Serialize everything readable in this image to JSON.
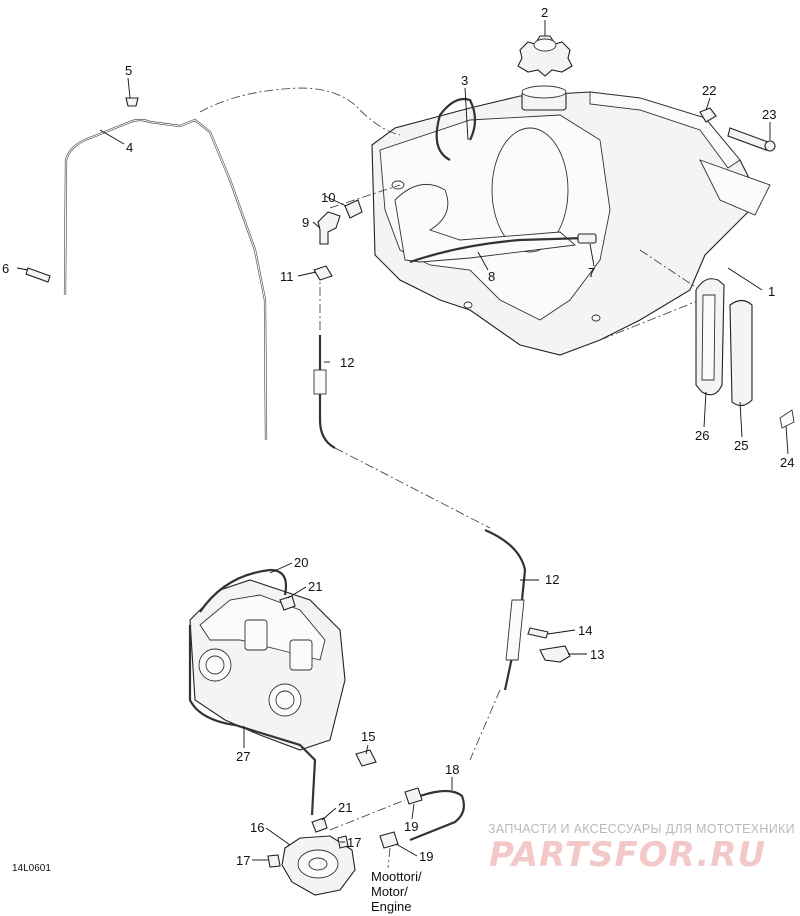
{
  "diagram": {
    "reference_code": "14L0601",
    "engine_label": [
      "Moottori/",
      "Motor/",
      "Engine"
    ],
    "callouts": [
      "1",
      "2",
      "3",
      "4",
      "5",
      "6",
      "7",
      "8",
      "9",
      "10",
      "11",
      "12",
      "12",
      "13",
      "14",
      "15",
      "16",
      "17",
      "17",
      "18",
      "19",
      "19",
      "20",
      "21",
      "21",
      "22",
      "23",
      "24",
      "25",
      "26",
      "27"
    ]
  },
  "watermark": {
    "caption": "ЗАПЧАСТИ И АКСЕССУАРЫ ДЛЯ МОТОТЕХНИКИ",
    "brand": "PARTSFOR.RU"
  }
}
